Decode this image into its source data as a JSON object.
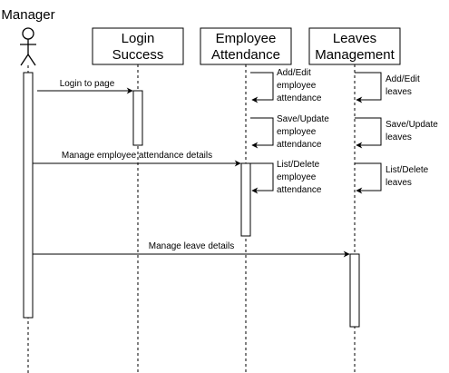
{
  "actor": {
    "name": "Manager"
  },
  "lifelines": [
    {
      "id": "login",
      "title": [
        "Login",
        "Success"
      ]
    },
    {
      "id": "attendance",
      "title": [
        "Employee",
        "Attendance"
      ]
    },
    {
      "id": "leaves",
      "title": [
        "Leaves",
        "Management"
      ]
    }
  ],
  "messages": {
    "login": "Login to page",
    "attendance": "Manage employee attendance details",
    "leave": "Manage leave details"
  },
  "attendance_self_calls": [
    [
      "Add/Edit",
      "employee",
      "attendance"
    ],
    [
      "Save/Update",
      "employee",
      "attendance"
    ],
    [
      "List/Delete",
      "employee",
      "attendance"
    ]
  ],
  "leaves_self_calls": [
    [
      "Add/Edit",
      "leaves"
    ],
    [
      "Save/Update",
      "leaves"
    ],
    [
      "List/Delete",
      "leaves"
    ]
  ],
  "colors": {
    "stroke": "#000000",
    "fill": "#ffffff"
  }
}
